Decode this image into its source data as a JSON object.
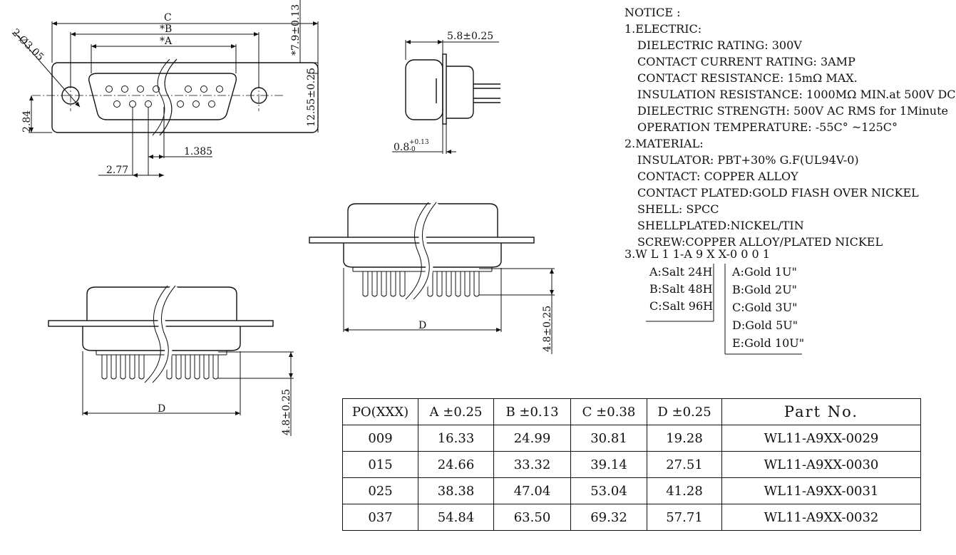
{
  "front_view": {
    "dim_c": "C",
    "dim_b": "*B",
    "dim_a": "*A",
    "dim_holes": "2-Ø3.05",
    "dim_top_height": "*7.9±0.13",
    "dim_height": "12.55±0.25",
    "dim_center": "2.84",
    "dim_pitch": "1.385",
    "dim_pitch2": "2.77"
  },
  "side_view": {
    "dim_depth": "5.8±0.25",
    "dim_pin": "0.8",
    "dim_pin_tol_up": "+0.13",
    "dim_pin_tol_dn": "-0"
  },
  "bottom_views": {
    "dim_d": "D",
    "dim_pin_len": "4.8±0.25"
  },
  "notice": {
    "title": "NOTICE :",
    "s1_title": "1.ELECTRIC:",
    "s1_items": [
      "DIELECTRIC RATING: 300V",
      "CONTACT CURRENT RATING: 3AMP",
      "CONTACT RESISTANCE: 15mΩ MAX.",
      "INSULATION RESISTANCE: 1000MΩ MIN.at 500V DC",
      "DIELECTRIC STRENGTH: 500V AC RMS for 1Minute",
      "OPERATION TEMPERATURE: -55C° ~125C°"
    ],
    "s2_title": "2.MATERIAL:",
    "s2_items": [
      "INSULATOR: PBT+30% G.F(UL94V-0)",
      "CONTACT: COPPER ALLOY",
      "CONTACT PLATED:GOLD FIASH OVER NICKEL",
      "SHELL: SPCC",
      "SHELLPLATED:NICKEL/TIN",
      "SCREW:COPPER ALLOY/PLATED NICKEL"
    ],
    "s3_code": "3.W L 1 1-A 9 X X-0 0 0 1",
    "salt_options": [
      "A:Salt 24H",
      "B:Salt 48H",
      "C:Salt 96H"
    ],
    "gold_options": [
      "A:Gold 1U\"",
      "B:Gold 2U\"",
      "C:Gold 3U\"",
      "D:Gold 5U\"",
      "E:Gold 10U\""
    ]
  },
  "table": {
    "headers": [
      "PO(XXX)",
      "A ±0.25",
      "B ±0.13",
      "C ±0.38",
      "D ±0.25",
      "Part No."
    ],
    "rows": [
      [
        "009",
        "16.33",
        "24.99",
        "30.81",
        "19.28",
        "WL11-A9XX-0029"
      ],
      [
        "015",
        "24.66",
        "33.32",
        "39.14",
        "27.51",
        "WL11-A9XX-0030"
      ],
      [
        "025",
        "38.38",
        "47.04",
        "53.04",
        "41.28",
        "WL11-A9XX-0031"
      ],
      [
        "037",
        "54.84",
        "63.50",
        "69.32",
        "57.71",
        "WL11-A9XX-0032"
      ]
    ]
  }
}
